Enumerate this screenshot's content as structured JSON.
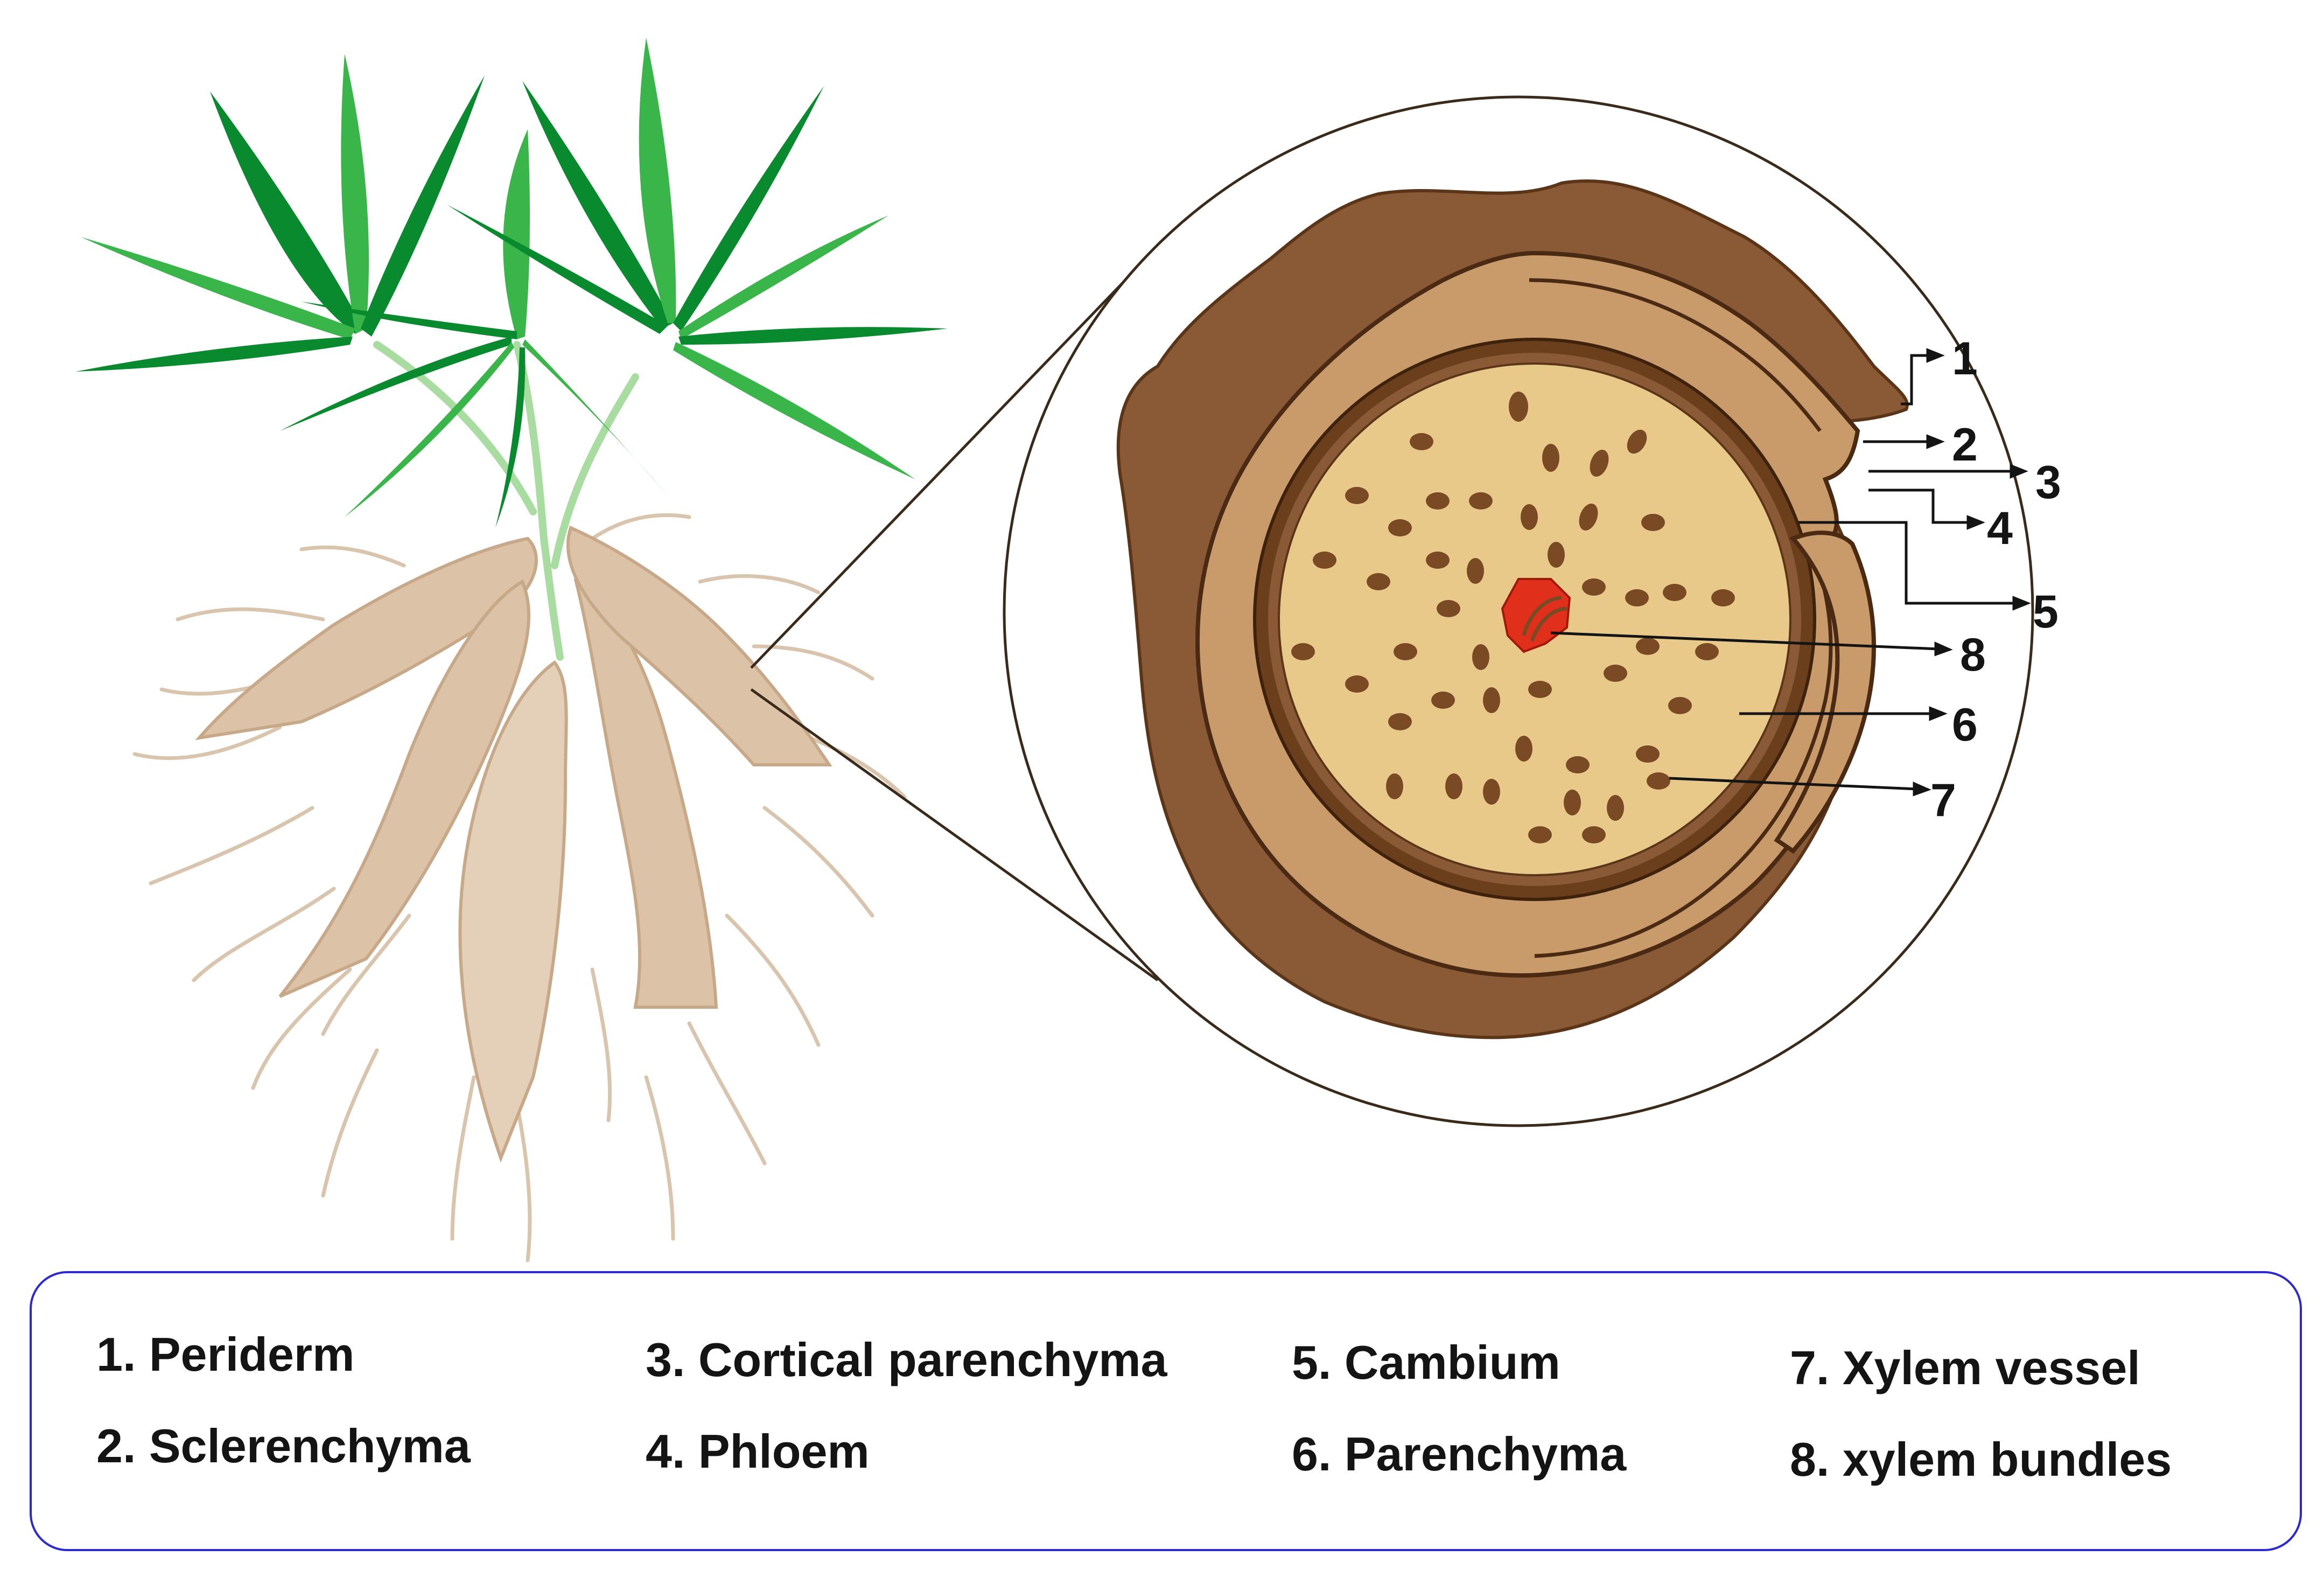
{
  "diagram": {
    "callout_numbers": [
      "1",
      "2",
      "3",
      "4",
      "5",
      "6",
      "7",
      "8"
    ],
    "legend": [
      {
        "label": "1. Periderm"
      },
      {
        "label": "2. Sclerenchyma"
      },
      {
        "label": "3. Cortical parenchyma"
      },
      {
        "label": "4. Phloem"
      },
      {
        "label": "5. Cambium"
      },
      {
        "label": "6. Parenchyma"
      },
      {
        "label": "7. Xylem vessel"
      },
      {
        "label": "8. xylem bundles"
      }
    ],
    "colors": {
      "leaf_dark": "#0a8a2e",
      "leaf_light": "#39b54a",
      "tuber": "#dcc3a8",
      "tuber_shade": "#c7a888",
      "root_hair": "#d7c1a9",
      "periderm": "#8a5a36",
      "cortex": "#c99b6a",
      "parenchyma": "#e8c98a",
      "vessel": "#7a4a24",
      "bundle": "#e0301c",
      "legend_border": "#2a2ad0"
    }
  }
}
